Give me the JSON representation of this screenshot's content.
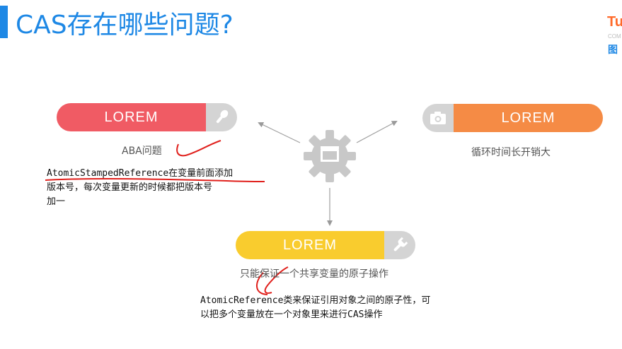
{
  "header": {
    "title": "CAS存在哪些问题?"
  },
  "logo": {
    "brand": "Tu",
    "sub": "COM",
    "cn": "图"
  },
  "items": {
    "left": {
      "label": "LOREM",
      "icon": "microphone-icon",
      "caption": "ABA问题",
      "note_lines": [
        "AtomicStampedReference在变量前面添加",
        "版本号，每次变量更新的时候都把版本号",
        "加一"
      ]
    },
    "right": {
      "label": "LOREM",
      "icon": "camera-icon",
      "caption": "循环时间长开销大"
    },
    "bottom": {
      "label": "LOREM",
      "icon": "wrench-icon",
      "caption": "只能保证一个共享变量的原子操作",
      "note_lines": [
        "AtomicReference类来保证引用对象之间的原子性，可",
        "以把多个变量放在一个对象里来进行CAS操作"
      ]
    }
  },
  "center": {
    "icon": "gear-icon"
  },
  "colors": {
    "accent": "#1e88e5",
    "red": "#f05b64",
    "orange": "#f58b45",
    "yellow": "#f9cc2e",
    "icon_bg": "#d4d4d4",
    "annotation": "#e0201c"
  }
}
